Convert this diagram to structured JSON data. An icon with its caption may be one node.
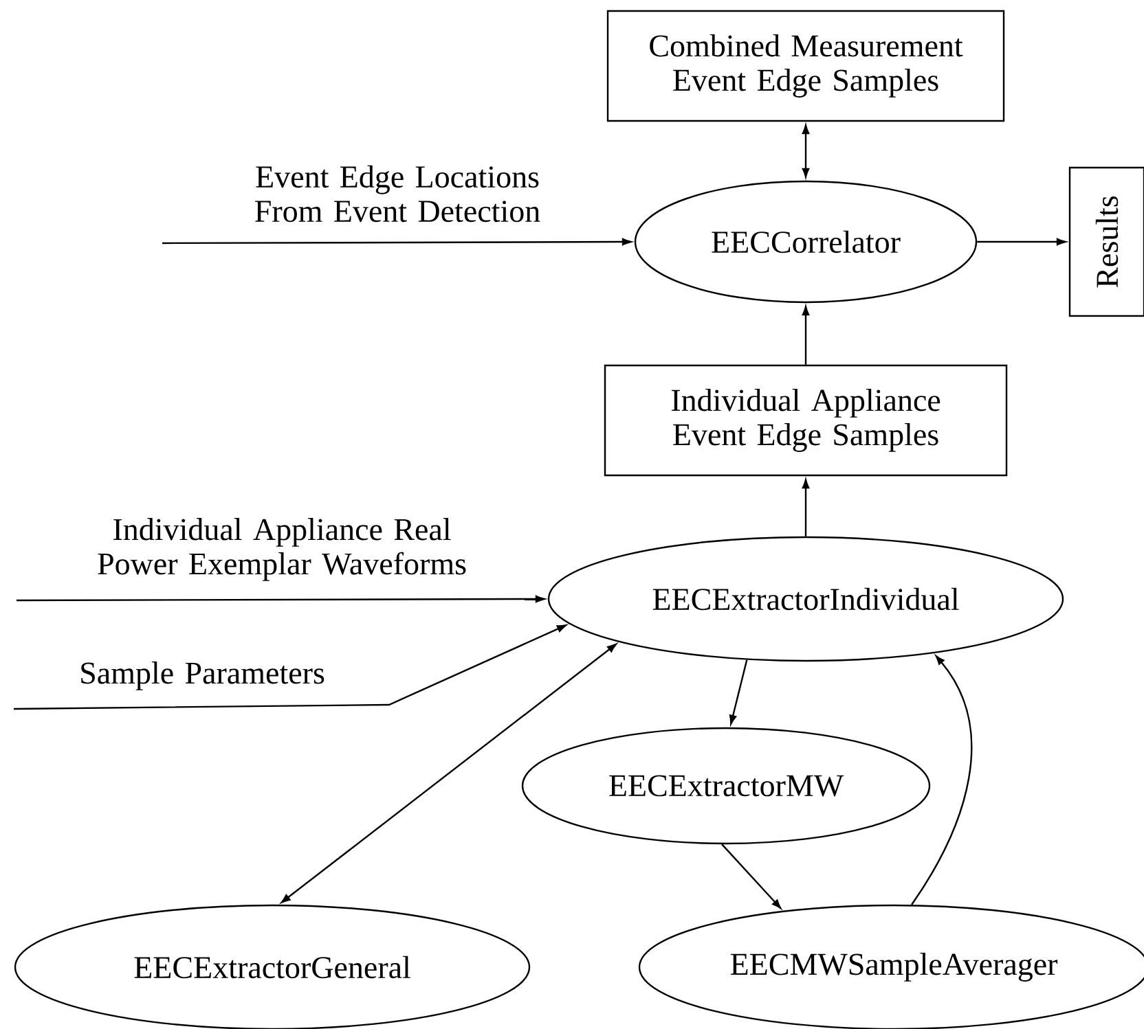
{
  "diagram": {
    "nodes": [
      {
        "text": [
          "Combined Measurement Event Edge Samples"
        ]
      },
      {
        "text": [
          "EECCorrelator"
        ]
      },
      {
        "text": [
          "Results"
        ]
      },
      {
        "text": [
          "Individual Appliance Event Edge Samples"
        ]
      },
      {
        "text": [
          "EECExtractorIndividual"
        ]
      },
      {
        "text": [
          "EECExtractorMW"
        ]
      },
      {
        "text": [
          "EECExtractorGeneral"
        ]
      },
      {
        "text": [
          "EECMWSampleAverager"
        ]
      }
    ],
    "edges": [
      {
        "from": 0,
        "to": 1,
        "arrow": "both"
      },
      {
        "from": null,
        "to": 1,
        "arrow": "to",
        "label": "Event Edge Locations From Event Detection"
      },
      {
        "from": 1,
        "to": 2,
        "arrow": "to"
      },
      {
        "from": 3,
        "to": 1,
        "arrow": "to"
      },
      {
        "from": 4,
        "to": 3,
        "arrow": "to"
      },
      {
        "from": null,
        "to": 4,
        "arrow": "to",
        "label": "Individual Appliance Real Power Exemplar Waveforms"
      },
      {
        "from": null,
        "to": 4,
        "arrow": "to",
        "label": "Sample Parameters"
      },
      {
        "from": 4,
        "to": 6,
        "arrow": "both"
      },
      {
        "from": 4,
        "to": 5,
        "arrow": "to"
      },
      {
        "from": 5,
        "to": 7,
        "arrow": "to"
      },
      {
        "from": 7,
        "to": 4,
        "arrow": "to"
      }
    ]
  }
}
